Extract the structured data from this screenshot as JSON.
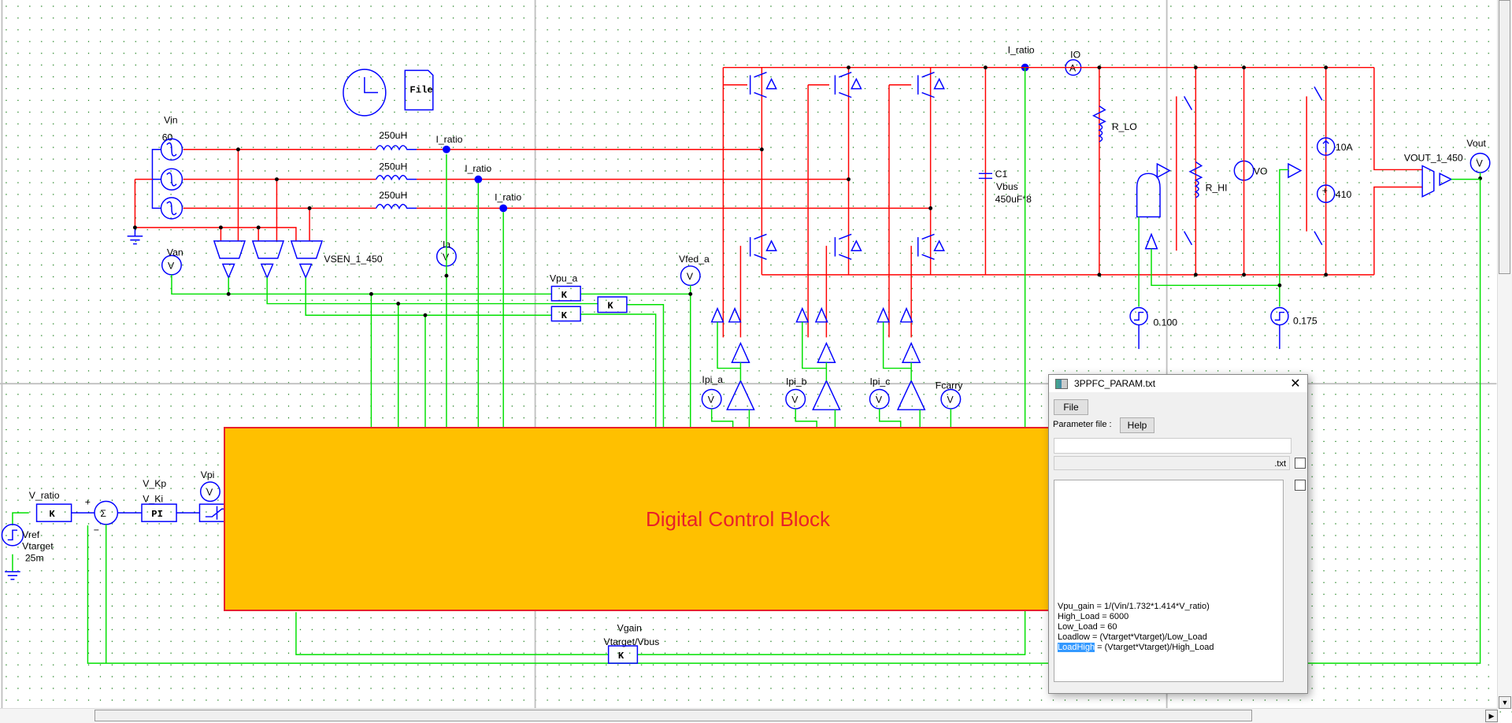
{
  "schematic": {
    "file_icon_label": "File",
    "source": {
      "name": "Vin",
      "freq": "60"
    },
    "inductors": [
      "250uH",
      "250uH",
      "250uH"
    ],
    "current_sensors": [
      "I_ratio",
      "I_ratio",
      "I_ratio",
      "I_ratio"
    ],
    "meters": {
      "van": "Van",
      "ia": "Ia",
      "vfed": "Vfed_a",
      "ipi_a": "Ipi_a",
      "ipi_b": "Ipi_b",
      "ipi_c": "Ipi_c",
      "fcarry": "Fcarry",
      "vpi": "Vpi",
      "vout": "Vout",
      "vo": "VO",
      "io": "IO"
    },
    "meter_glyph_v": "V",
    "meter_glyph_a": "A",
    "vsen_label": "VSEN_1_450",
    "vpu_label": "Vpu_a",
    "gain_glyph": "K",
    "capacitor": {
      "name": "C1",
      "value": "Vbus",
      "cap": "450uF*8"
    },
    "r_lo": "R_LO",
    "r_hi": "R_HI",
    "isource": "10A",
    "vsource": "410",
    "vout_sensor": "VOUT_1_450",
    "step1": "0.100",
    "step2": "0.175",
    "vref": {
      "name": "Vref",
      "value": "Vtarget",
      "time": "25m"
    },
    "v_ratio": "V_ratio",
    "pi": {
      "kp": "V_Kp",
      "ki": "V_Ki",
      "glyph": "PI"
    },
    "vgain": {
      "name": "Vgain",
      "value": "Vtarget/Vbus"
    },
    "plus": "+",
    "minus": "−",
    "sigma": "Σ"
  },
  "overlay_block": {
    "label": "Digital Control Block",
    "fill": "#FFC000",
    "border": "#E8202A"
  },
  "colors": {
    "power_wire": "#FF0000",
    "control_wire": "#00E000",
    "component": "#0000FF"
  },
  "dialog": {
    "title": "3PPFC_PARAM.txt",
    "close": "✕",
    "file_button": "File",
    "param_file_label": "Parameter file :",
    "help_button": "Help",
    "path_suffix": ".txt",
    "lines": [
      "Vpu_gain = 1/(Vin/1.732*1.414*V_ratio)",
      "High_Load = 6000",
      "Low_Load = 60",
      "Loadlow = (Vtarget*Vtarget)/Low_Load"
    ],
    "last_line_selected": "LoadHigh",
    "last_line_rest": " = (Vtarget*Vtarget)/High_Load"
  }
}
